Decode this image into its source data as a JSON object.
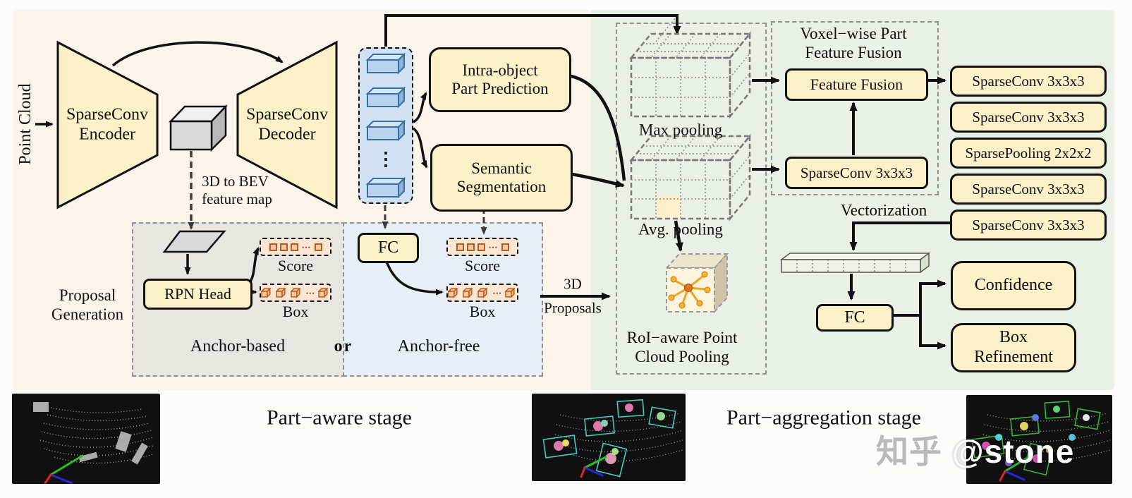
{
  "colors": {
    "aware_bg": "#faf4ea",
    "aggregation_bg": "#e9f1e6",
    "node_fill": "#fcf0c8",
    "node_border": "#111111",
    "feature_blue": "#b9d3ec",
    "stack_bg": "#cfe1f3",
    "proposal_orange": "#f6c99e",
    "orange_border": "#b65a20",
    "anchor_based_bg": "#e9e6e1",
    "anchor_free_bg": "#e7eef6"
  },
  "input_label": "Point Cloud",
  "encoder": {
    "line1": "SparseConv",
    "line2": "Encoder"
  },
  "decoder": {
    "line1": "SparseConv",
    "line2": "Decoder"
  },
  "bev": {
    "line1": "3D to BEV",
    "line2": "feature map"
  },
  "part_prediction": {
    "line1": "Intra-object",
    "line2": "Part Prediction"
  },
  "semantic_seg": {
    "line1": "Semantic",
    "line2": "Segmentation"
  },
  "stack_dots": "⋮",
  "proposal": {
    "label_line1": "Proposal",
    "label_line2": "Generation",
    "rpn_head": "RPN Head",
    "fc": "FC",
    "score": "Score",
    "box": "Box",
    "ellipsis": "⋯",
    "anchor_based": "Anchor-based",
    "or": "or",
    "anchor_free": "Anchor-free"
  },
  "proposals_arrow": {
    "line1": "3D",
    "line2": "Proposals"
  },
  "roi_pooling": {
    "max_label": "Max pooling",
    "avg_label": "Avg. pooling",
    "title_line1": "RoI−aware Point",
    "title_line2": "Cloud Pooling"
  },
  "fusion": {
    "title_line1": "Voxel−wise Part",
    "title_line2": "Feature Fusion",
    "feature_fusion": "Feature Fusion",
    "sparseconv": "SparseConv 3x3x3"
  },
  "column": [
    "SparseConv 3x3x3",
    "SparseConv 3x3x3",
    "SparsePooling 2x2x2",
    "SparseConv 3x3x3",
    "SparseConv 3x3x3"
  ],
  "vectorization_label": "Vectorization",
  "head": {
    "fc": "FC",
    "confidence": "Confidence",
    "box_refine_line1": "Box",
    "box_refine_line2": "Refinement"
  },
  "stages": {
    "aware": "Part−aware stage",
    "aggregation": "Part−aggregation stage"
  },
  "watermark": {
    "site": "知乎",
    "user": "@stone"
  }
}
